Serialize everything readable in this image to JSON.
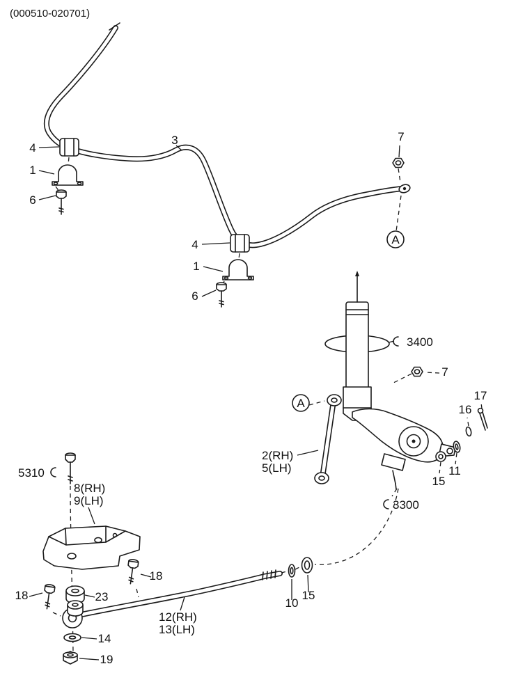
{
  "page": {
    "code": "(000510-020701)"
  },
  "callouts": {
    "bushing_front_left": "4",
    "clamp_front_left": "1",
    "bolt_front_left": "6",
    "stabilizer_bar": "3",
    "nut_bar_end": "7",
    "ref_marker_bar": "A",
    "bushing_front_mid": "4",
    "clamp_front_mid": "1",
    "bolt_front_mid": "6",
    "strut_section_ref": "3400",
    "nut_strut": "7",
    "ref_marker_link": "A",
    "link_right": "2(RH)",
    "link_left": "5(LH)",
    "washer_16": "16",
    "split_pin_17": "17",
    "washer_11": "11",
    "nut_15_knuckle": "15",
    "knuckle_section_ref": "3300",
    "bolt_section_ref": "5310",
    "bracket_right": "8(RH)",
    "bracket_left": "9(LH)",
    "bolt_18_upper": "18",
    "bolt_18_lower": "18",
    "bushing_23": "23",
    "washer_14": "14",
    "nut_19": "19",
    "rod_right": "12(RH)",
    "rod_left": "13(LH)",
    "washer_10": "10",
    "nut_15_rod": "15"
  }
}
